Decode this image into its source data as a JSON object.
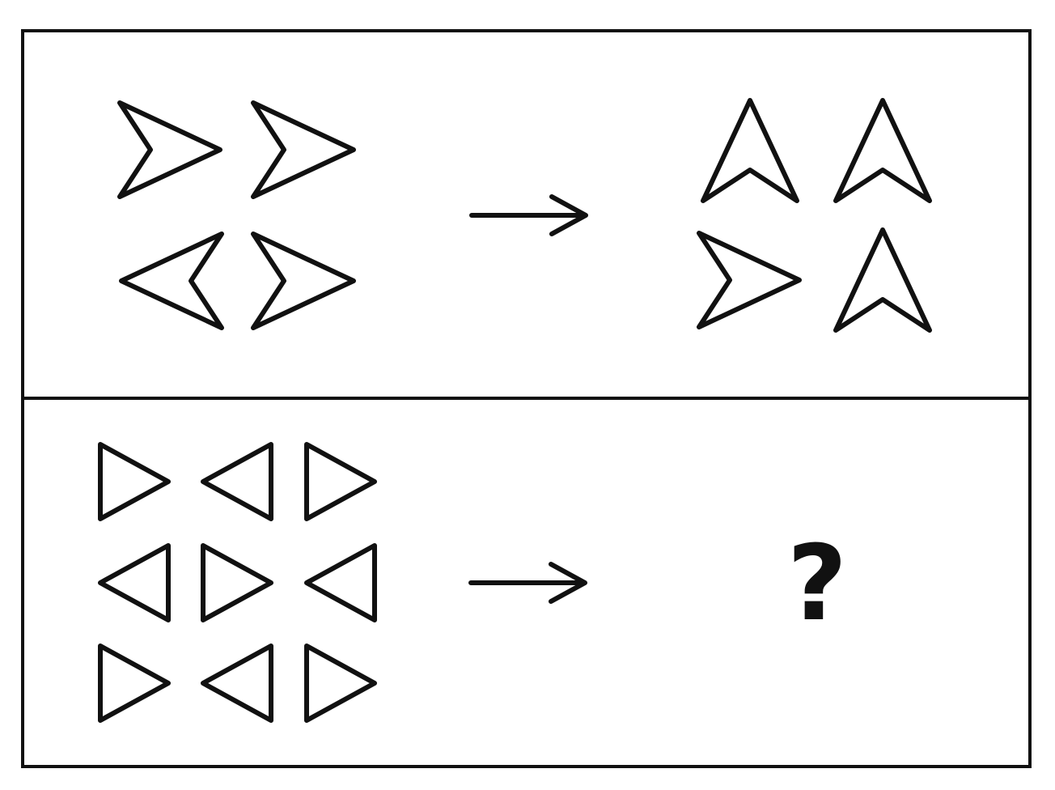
{
  "puzzle": {
    "question_mark": "?",
    "ink_color": "#111111",
    "background_color": "#ffffff",
    "top_panel": {
      "arrow_icon": "right-arrow-icon",
      "before": [
        "right",
        "right",
        "left",
        "right"
      ],
      "after": [
        "up",
        "up",
        "right",
        "up"
      ]
    },
    "bottom_panel": {
      "arrow_icon": "right-arrow-icon",
      "before": [
        [
          "right",
          "left",
          "right"
        ],
        [
          "left",
          "right",
          "left"
        ],
        [
          "right",
          "left",
          "right"
        ]
      ],
      "after": "unknown"
    }
  }
}
